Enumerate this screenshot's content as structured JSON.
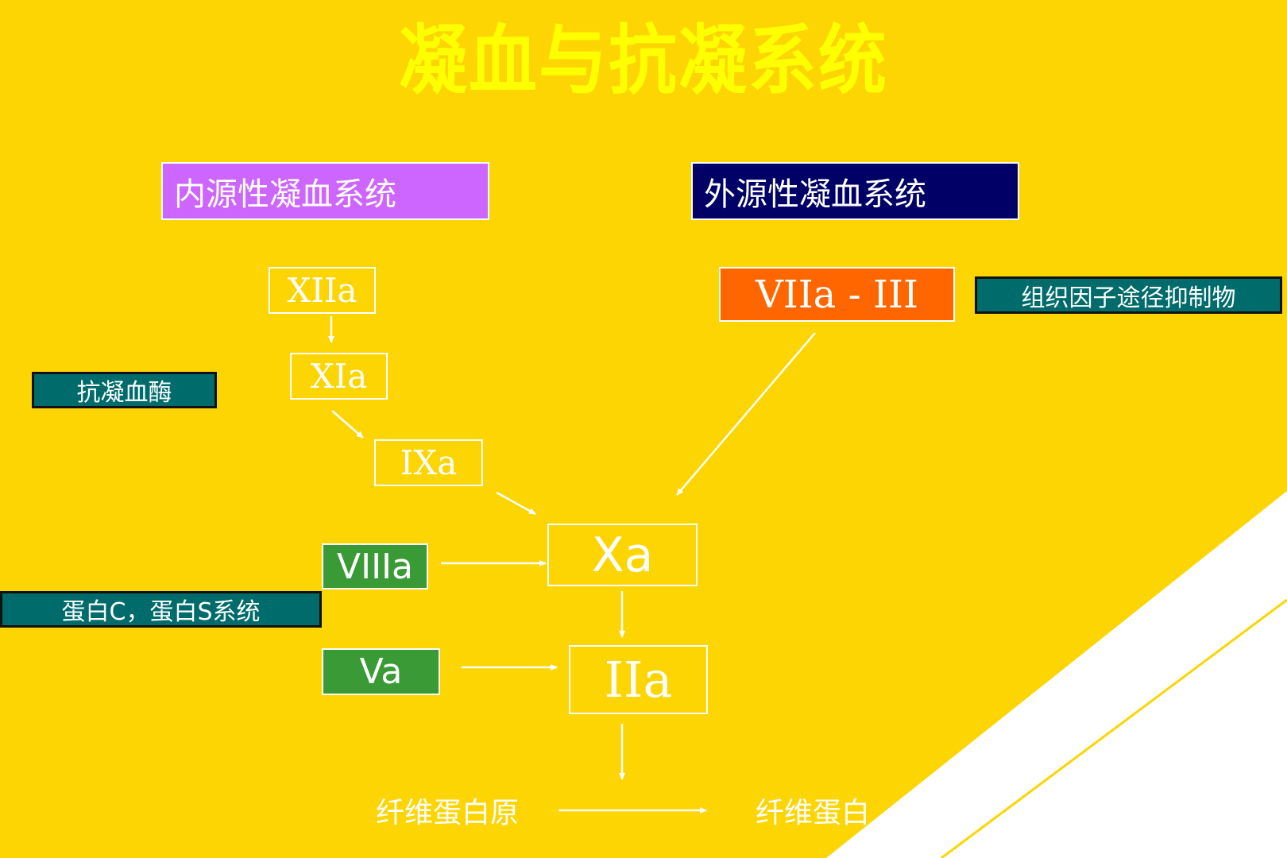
{
  "title": "凝血与抗凝系统",
  "systems": {
    "intrinsic": "内源性凝血系统",
    "extrinsic": "外源性凝血系统"
  },
  "factors": {
    "xiia": "XIIa",
    "xia": "XIa",
    "ixa": "IXa",
    "xa": "Xa",
    "iia": "IIa",
    "viia_iii": "VIIa - III",
    "viiia": "VIIIa",
    "va": "Va"
  },
  "inhibitors": {
    "tfpi": "组织因子途径抑制物",
    "antithrombin": "抗凝血酶",
    "protein_cs": "蛋白C，蛋白S系统"
  },
  "products": {
    "fibrinogen": "纤维蛋白原",
    "fibrin": "纤维蛋白"
  },
  "colors": {
    "background": "#fcd502",
    "title": "#ffff00",
    "intrinsic": "#cc66ff",
    "extrinsic": "#000066",
    "viia_iii": "#ff6600",
    "inhibitor": "#006b6b",
    "cofactor": "#3a9b36"
  }
}
